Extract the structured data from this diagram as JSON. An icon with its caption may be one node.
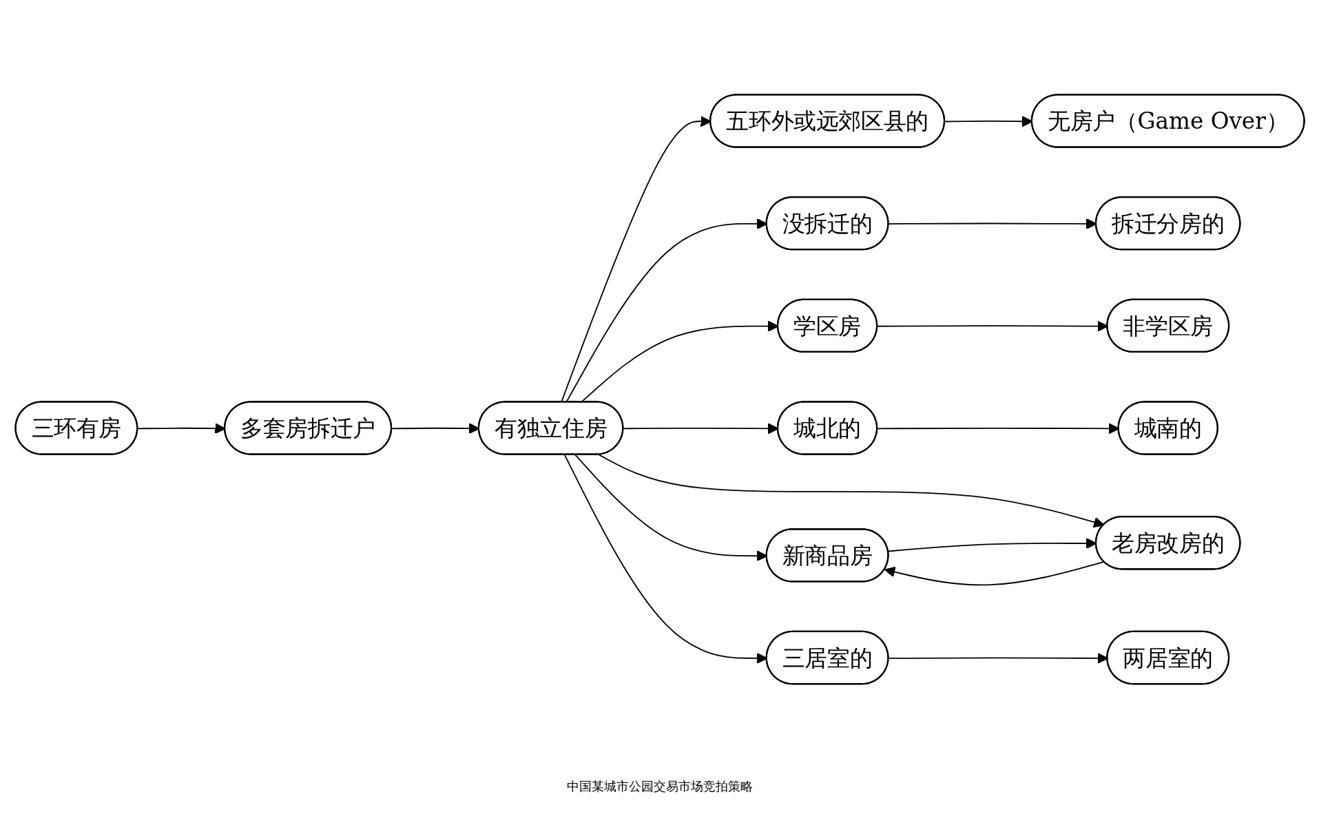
{
  "diagram": {
    "caption": "中国某城市公园交易市场竞拍策略",
    "nodes": [
      {
        "text": [
          "有独立住房"
        ]
      },
      {
        "text": [
          "五环外或远郊区县的"
        ]
      },
      {
        "text": [
          "无房户（Game Over）"
        ]
      },
      {
        "text": [
          "没拆迁的"
        ]
      },
      {
        "text": [
          "拆迁分房的"
        ]
      },
      {
        "text": [
          "学区房"
        ]
      },
      {
        "text": [
          "非学区房"
        ]
      },
      {
        "text": [
          "城北的"
        ]
      },
      {
        "text": [
          "城南的"
        ]
      },
      {
        "text": [
          "新商品房"
        ]
      },
      {
        "text": [
          "老房改房的"
        ]
      },
      {
        "text": [
          "三居室的"
        ]
      },
      {
        "text": [
          "两居室的"
        ]
      },
      {
        "text": [
          "多套房拆迁户"
        ]
      },
      {
        "text": [
          "三环有房"
        ]
      }
    ],
    "edges": [
      {
        "from": 0,
        "to": 1,
        "arrow": "to"
      },
      {
        "from": 1,
        "to": 2,
        "arrow": "to"
      },
      {
        "from": 0,
        "to": 3,
        "arrow": "to"
      },
      {
        "from": 3,
        "to": 4,
        "arrow": "to"
      },
      {
        "from": 0,
        "to": 5,
        "arrow": "to"
      },
      {
        "from": 5,
        "to": 6,
        "arrow": "to"
      },
      {
        "from": 0,
        "to": 7,
        "arrow": "to"
      },
      {
        "from": 7,
        "to": 8,
        "arrow": "to"
      },
      {
        "from": 0,
        "to": 9,
        "arrow": "to"
      },
      {
        "from": 0,
        "to": 10,
        "arrow": "to"
      },
      {
        "from": 9,
        "to": 10,
        "arrow": "to"
      },
      {
        "from": 10,
        "to": 9,
        "arrow": "to"
      },
      {
        "from": 0,
        "to": 11,
        "arrow": "to"
      },
      {
        "from": 11,
        "to": 12,
        "arrow": "to"
      },
      {
        "from": 13,
        "to": 0,
        "arrow": "to"
      },
      {
        "from": 14,
        "to": 13,
        "arrow": "to"
      }
    ]
  }
}
